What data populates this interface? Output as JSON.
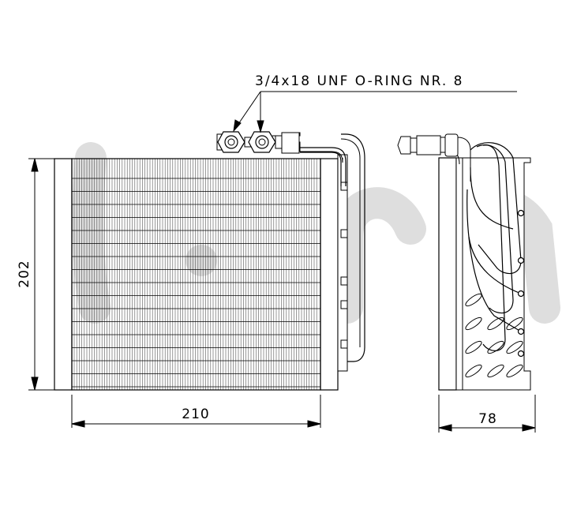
{
  "diagram": {
    "callout_text": "3/4x18 UNF O-RING NR. 8",
    "dim_height": "202",
    "dim_width": "210",
    "dim_depth": "78",
    "watermark_color": "#dedede",
    "line_color": "#000000"
  }
}
